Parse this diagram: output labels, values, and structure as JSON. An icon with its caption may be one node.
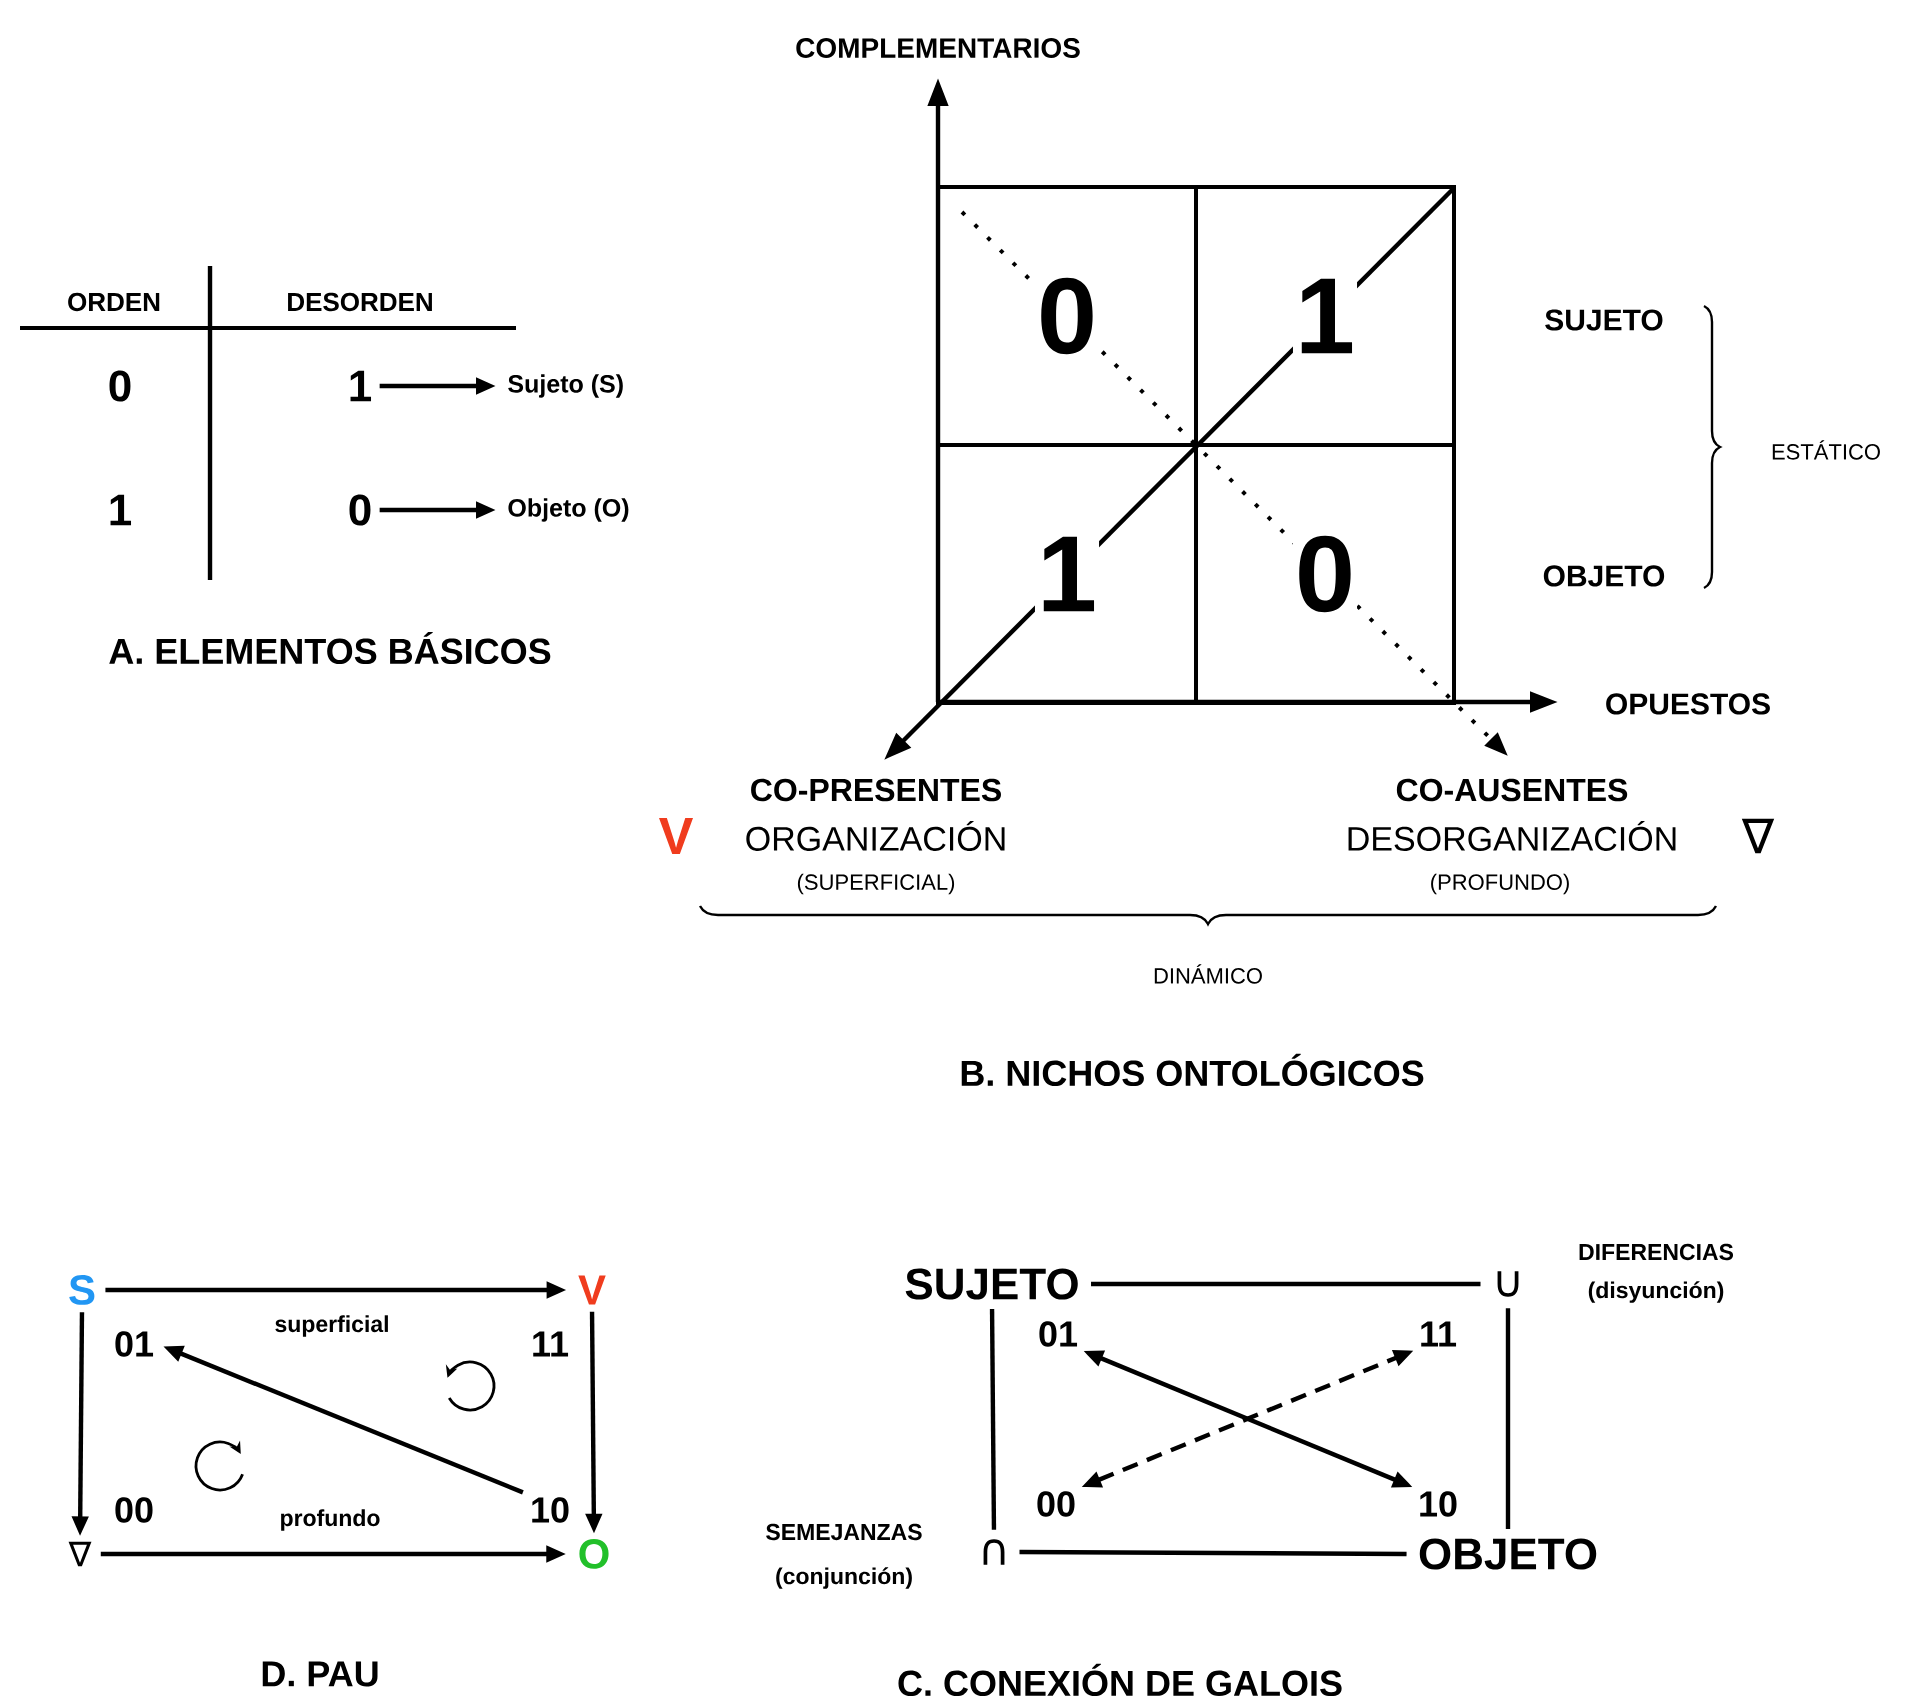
{
  "diagram": {
    "nodes": [
      {
        "text": [
          "1"
        ]
      },
      {
        "text": [
          "Sujeto (S)"
        ]
      },
      {
        "text": [
          "0"
        ]
      },
      {
        "text": [
          "Objeto (O)"
        ]
      },
      {
        "text": [
          "0"
        ]
      },
      {
        "text": [
          "1"
        ]
      },
      {
        "text": [
          "1"
        ]
      },
      {
        "text": [
          "0"
        ]
      },
      {
        "text": [
          "S"
        ]
      },
      {
        "text": [
          "V"
        ]
      },
      {
        "text": [
          "01"
        ]
      },
      {
        "text": [
          "11"
        ]
      },
      {
        "text": [
          "00"
        ]
      },
      {
        "text": [
          "10"
        ]
      },
      {
        "text": [
          "∇"
        ]
      },
      {
        "text": [
          "O"
        ]
      },
      {
        "text": [
          "SUJETO"
        ]
      },
      {
        "text": [
          "∪"
        ],
        "beside": [
          "DIFERENCIAS",
          "(disyunción)"
        ]
      },
      {
        "text": [
          "01"
        ]
      },
      {
        "text": [
          "11"
        ]
      },
      {
        "text": [
          "00"
        ]
      },
      {
        "text": [
          "10"
        ]
      },
      {
        "text": [
          "∩"
        ],
        "beside": [
          "SEMEJANZAS",
          "(conjunción)"
        ]
      },
      {
        "text": [
          "OBJETO"
        ]
      }
    ],
    "edges": [
      {
        "from": 0,
        "to": 1,
        "arrow": "to"
      },
      {
        "from": 2,
        "to": 3,
        "arrow": "to"
      },
      {
        "from": 8,
        "to": 9,
        "arrow": "to",
        "label": "superficial"
      },
      {
        "from": 8,
        "to": 14,
        "arrow": "to"
      },
      {
        "from": 9,
        "to": 15,
        "arrow": "to"
      },
      {
        "from": 13,
        "to": 10,
        "arrow": "to"
      },
      {
        "from": 14,
        "to": 15,
        "arrow": "to",
        "label": "profundo"
      },
      {
        "from": 16,
        "to": 17,
        "arrow": "none"
      },
      {
        "from": 16,
        "to": 22,
        "arrow": "none"
      },
      {
        "from": 17,
        "to": 23,
        "arrow": "none"
      },
      {
        "from": 22,
        "to": 23,
        "arrow": "none"
      },
      {
        "from": 18,
        "to": 21,
        "arrow": "both"
      },
      {
        "from": 20,
        "to": 19,
        "arrow": "both",
        "style": "dashed"
      }
    ],
    "labels": [
      "ORDEN",
      "DESORDEN",
      "0",
      "1",
      "COMPLEMENTARIOS",
      "SUJETO",
      "ESTÁTICO",
      "OBJETO",
      "A. ELEMENTOS BÁSICOS",
      "OPUESTOS",
      "CO-PRESENTES",
      "V",
      "ORGANIZACIÓN",
      "(SUPERFICIAL)",
      "CO-AUSENTES",
      "DESORGANIZACIÓN",
      "∇",
      "(PROFUNDO)",
      "DINÁMICO",
      "B. NICHOS ONTOLÓGICOS",
      "D. PAU",
      "C. CONEXIÓN DE GALOIS"
    ]
  }
}
